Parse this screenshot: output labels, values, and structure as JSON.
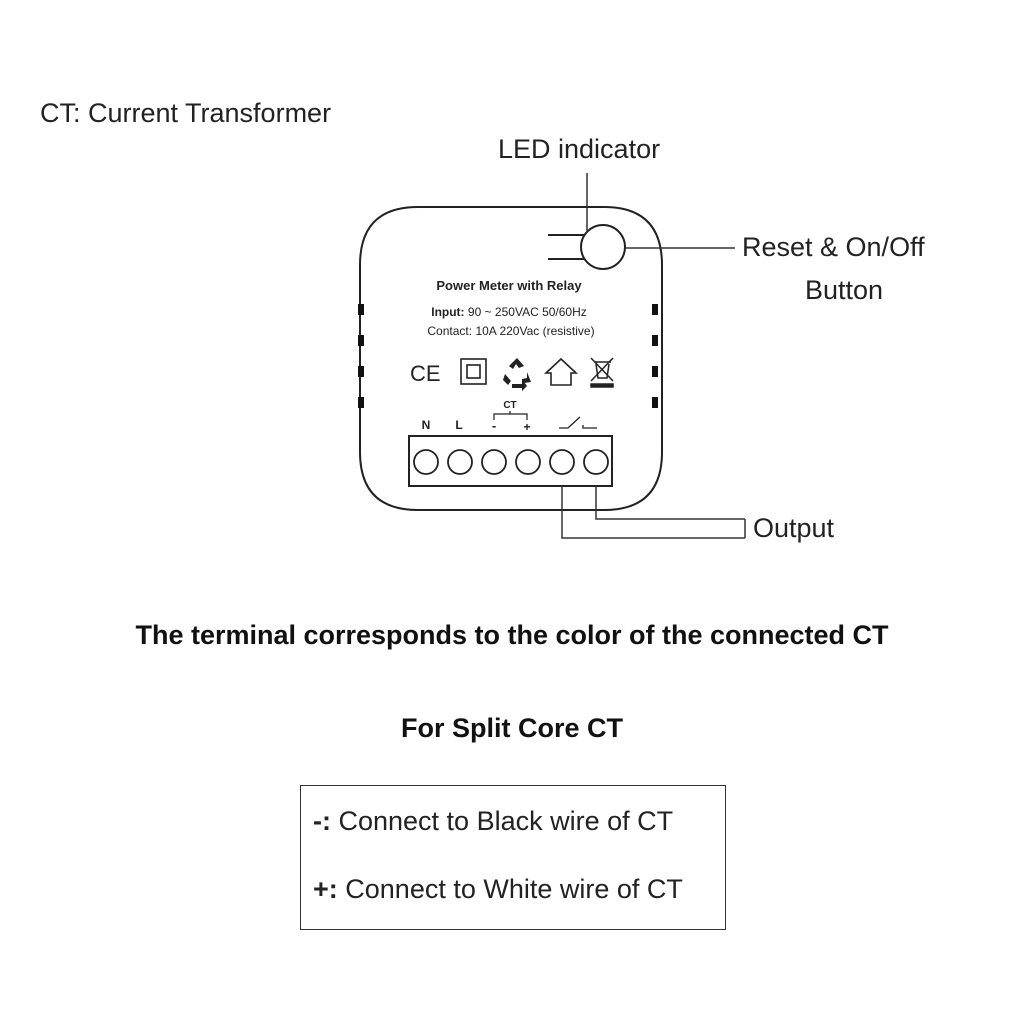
{
  "legend": "CT: Current Transformer",
  "callouts": {
    "led": "LED indicator",
    "reset_line1": "Reset & On/Off",
    "reset_line2": "Button",
    "output": "Output"
  },
  "device": {
    "title": "Power Meter with Relay",
    "input_key": "Input:",
    "input_value": "90 ~ 250VAC 50/60Hz",
    "contact_key": "Contact:",
    "contact_value": "10A 220Vac (resistive)",
    "certifications": [
      "CE",
      "class-II-icon",
      "recycle-icon",
      "indoor-use-icon",
      "weee-bin-icon"
    ],
    "ce_text": "CE",
    "ct_group_label": "CT",
    "terminal_labels": {
      "n": "N",
      "l": "L",
      "ct_minus": "-",
      "ct_plus": "+"
    },
    "terminal_count": 6
  },
  "heading_terminal": "The terminal corresponds to the color of the connected CT",
  "heading_split": "For Split Core CT",
  "wire_rules": [
    {
      "symbol": "-:",
      "text": " Connect to Black wire of CT"
    },
    {
      "symbol": "+:",
      "text": " Connect to White wire of CT"
    }
  ]
}
